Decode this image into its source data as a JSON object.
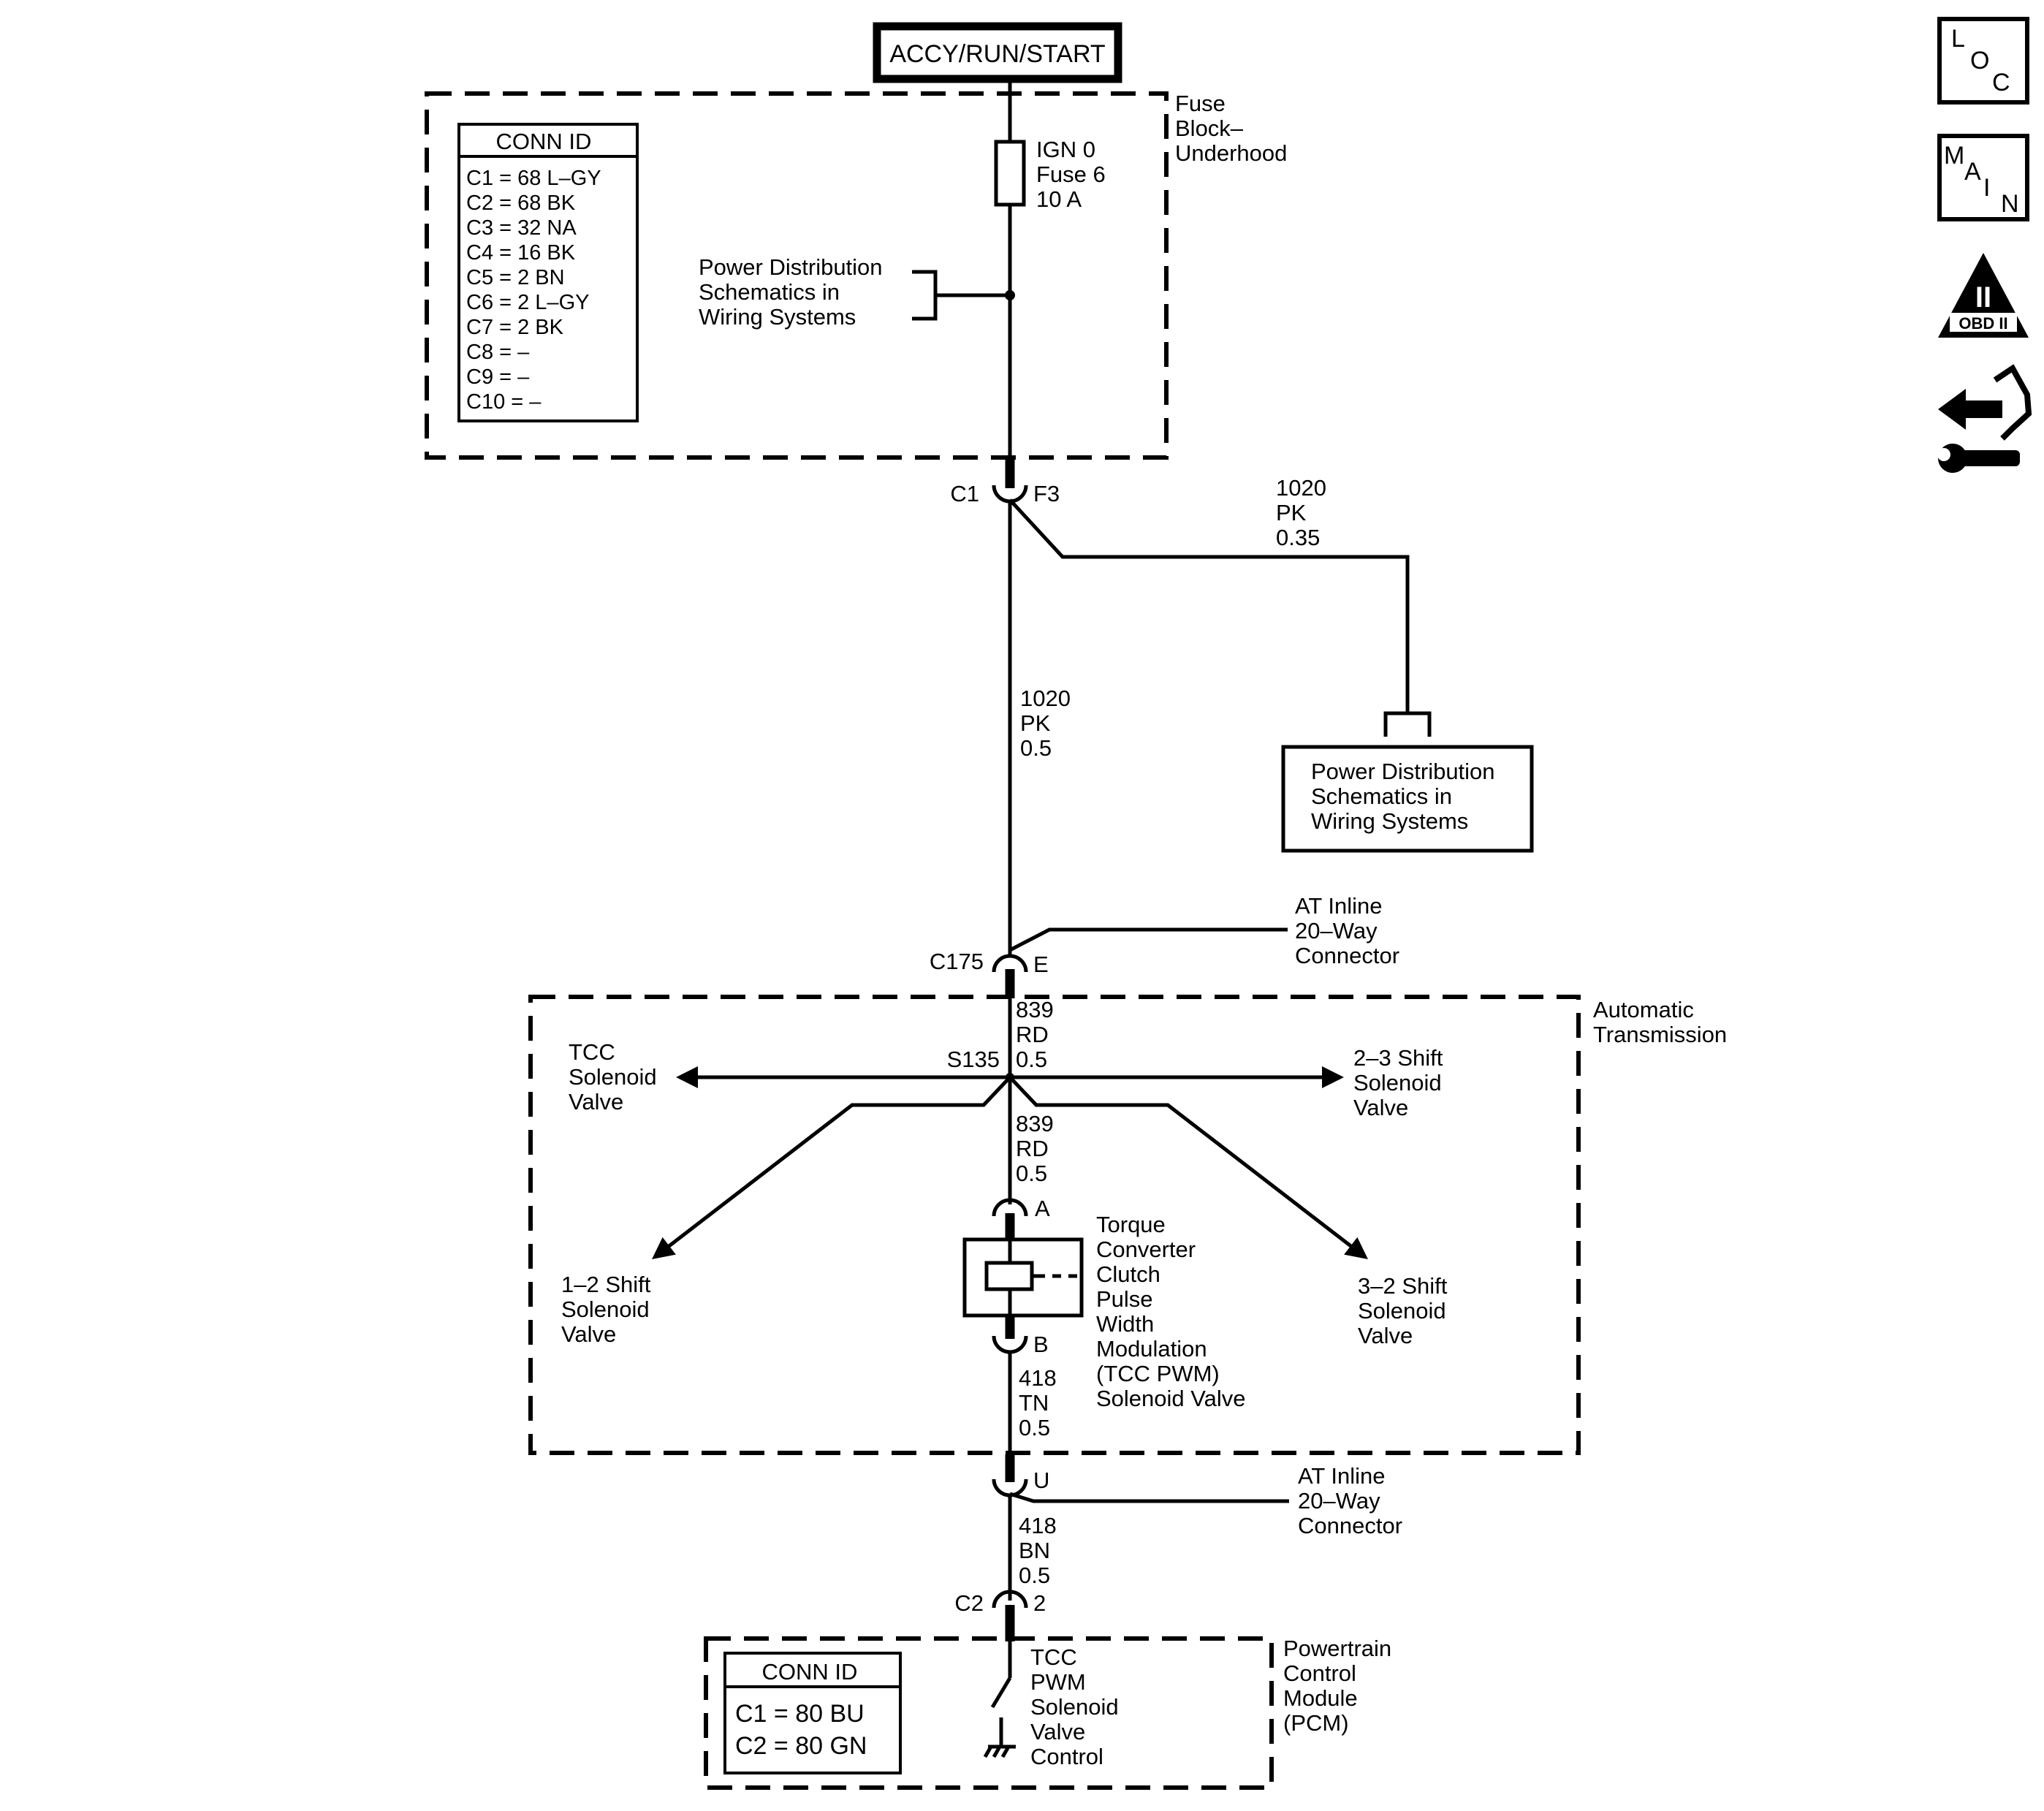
{
  "power_source": "ACCY/RUN/START",
  "fuse_block": {
    "label": [
      "Fuse",
      "Block–",
      "Underhood"
    ],
    "fuse": [
      "IGN 0",
      "Fuse 6",
      "10 A"
    ],
    "conn_id": {
      "title": "CONN ID",
      "rows": [
        "C1 = 68 L–GY",
        "C2 = 68 BK",
        "C3 = 32 NA",
        "C4 = 16 BK",
        "C5 = 2 BN",
        "C6 = 2 L–GY",
        "C7 = 2 BK",
        "C8 = –",
        "C9 = –",
        "C10 = –"
      ]
    },
    "ref": [
      "Power Distribution",
      "Schematics in",
      "Wiring Systems"
    ]
  },
  "conn_c1": {
    "left": "C1",
    "right": "F3"
  },
  "branch_wire": [
    "1020",
    "PK",
    "0.35"
  ],
  "ref_box": [
    "Power Distribution",
    "Schematics in",
    "Wiring Systems"
  ],
  "main_wire": [
    "1020",
    "PK",
    "0.5"
  ],
  "inline_top": {
    "left": "C175",
    "right": "E",
    "label": [
      "AT Inline",
      "20–Way",
      "Connector"
    ]
  },
  "transmission": {
    "label": [
      "Automatic",
      "Transmission"
    ],
    "wire_in": [
      "839",
      "RD",
      "0.5"
    ],
    "splice": "S135",
    "tcc_valve": [
      "TCC",
      "Solenoid",
      "Valve"
    ],
    "shift_23": [
      "2–3 Shift",
      "Solenoid",
      "Valve"
    ],
    "shift_12": [
      "1–2 Shift",
      "Solenoid",
      "Valve"
    ],
    "shift_32": [
      "3–2 Shift",
      "Solenoid",
      "Valve"
    ],
    "wire_mid": [
      "839",
      "RD",
      "0.5"
    ],
    "pin_a": "A",
    "pin_b": "B",
    "solenoid": [
      "Torque",
      "Converter",
      "Clutch",
      "Pulse",
      "Width",
      "Modulation",
      "(TCC PWM)",
      "Solenoid Valve"
    ],
    "wire_out": [
      "418",
      "TN",
      "0.5"
    ]
  },
  "inline_bottom": {
    "right": "U",
    "label": [
      "AT Inline",
      "20–Way",
      "Connector"
    ]
  },
  "lower_wire": [
    "418",
    "BN",
    "0.5"
  ],
  "conn_c2": {
    "left": "C2",
    "right": "2"
  },
  "pcm": {
    "label": [
      "Powertrain",
      "Control",
      "Module",
      "(PCM)"
    ],
    "control": [
      "TCC",
      "PWM",
      "Solenoid",
      "Valve",
      "Control"
    ],
    "conn_id": {
      "title": "CONN ID",
      "rows": [
        "C1  =  80 BU",
        "C2  =  80 GN"
      ]
    }
  },
  "side_icons": {
    "loc": [
      "L",
      "O",
      "C"
    ],
    "main": [
      "M",
      "A",
      "I",
      "N"
    ],
    "obd": {
      "numeral": "II",
      "label": "OBD II"
    }
  }
}
